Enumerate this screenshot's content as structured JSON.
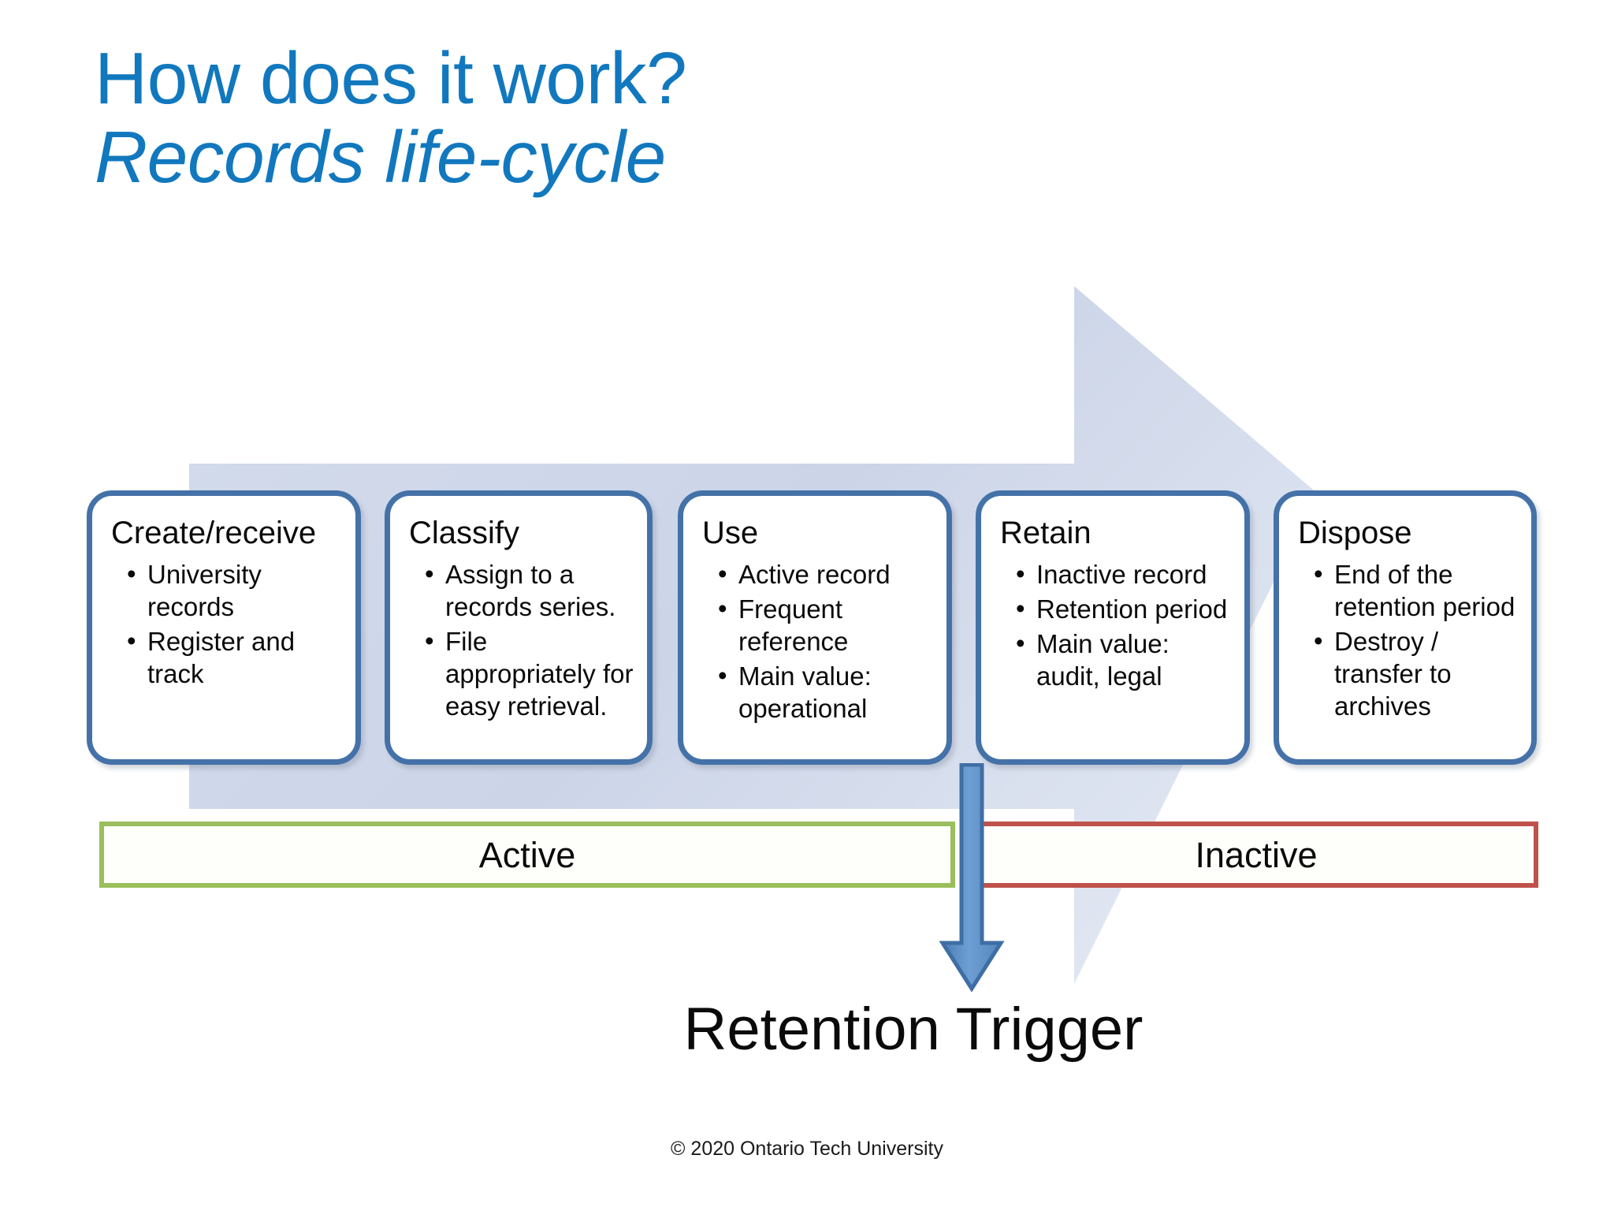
{
  "slide": {
    "title_main": "How does it work?",
    "title_sub": "Records life-cycle",
    "accent_blue": "#1278be",
    "box_border_blue": "#4472a8",
    "arrow_fill": "#ccd5e8",
    "green": "#9ABF5C",
    "red": "#BF514B",
    "trigger_arrow_blue": "#5b8fc9"
  },
  "stages": [
    {
      "title": "Create/receive",
      "bullets": [
        "University records",
        "Register and track"
      ]
    },
    {
      "title": "Classify",
      "bullets": [
        "Assign to a records series.",
        "File appropriately for easy retrieval."
      ]
    },
    {
      "title": "Use",
      "bullets": [
        "Active record",
        "Frequent reference",
        "Main value: operational"
      ]
    },
    {
      "title": "Retain",
      "bullets": [
        "Inactive record",
        "Retention period",
        "Main value: audit, legal"
      ]
    },
    {
      "title": "Dispose",
      "bullets": [
        "End of the retention period",
        "Destroy / transfer to archives"
      ]
    }
  ],
  "phases": {
    "active_label": "Active",
    "inactive_label": "Inactive"
  },
  "trigger": {
    "caption": "Retention Trigger"
  },
  "footer": {
    "copyright": "© 2020 Ontario Tech University"
  }
}
